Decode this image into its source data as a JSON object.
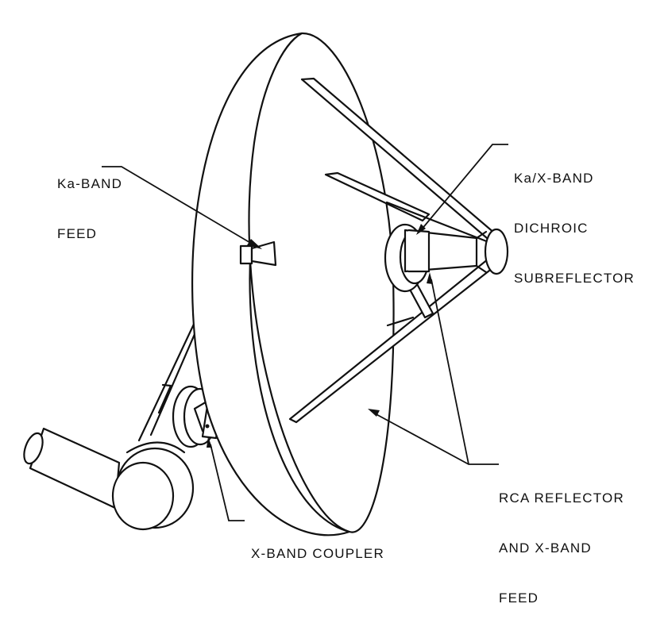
{
  "diagram": {
    "subject": "Antenna assembly with RCA reflector and dichroic subreflector",
    "colors": {
      "line": "#111111",
      "background": "#ffffff"
    },
    "labels": {
      "ka_band_feed": [
        "Ka-BAND",
        "FEED"
      ],
      "subreflector": [
        "Ka/X-BAND",
        "DICHROIC",
        "SUBREFLECTOR"
      ],
      "rca_reflector": [
        "RCA REFLECTOR",
        "AND X-BAND",
        "FEED"
      ],
      "x_band_coupler": [
        "X-BAND COUPLER"
      ]
    }
  }
}
